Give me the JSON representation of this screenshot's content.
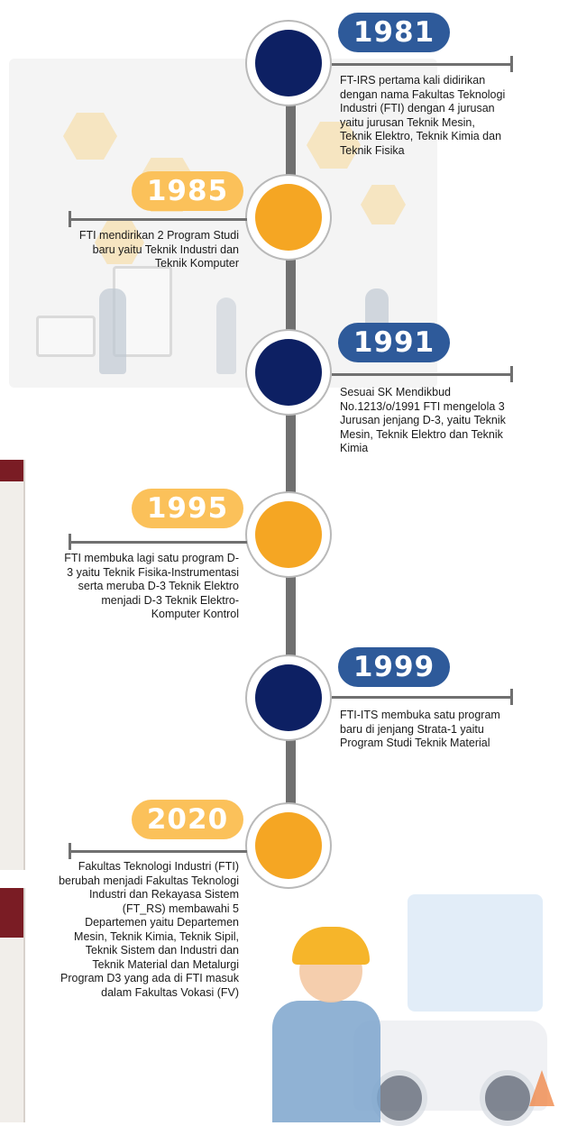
{
  "timeline": {
    "events": [
      {
        "year": "1981",
        "color": "#0d2063",
        "description": "FT-IRS pertama kali didirikan dengan nama Fakultas Teknologi Industri (FTI) dengan 4 jurusan yaitu jurusan Teknik Mesin, Teknik Elektro, Teknik Kimia dan Teknik Fisika"
      },
      {
        "year": "1985",
        "color": "#f5a623",
        "description": "FTI mendirikan 2 Program Studi baru yaitu Teknik Industri dan Teknik Komputer"
      },
      {
        "year": "1991",
        "color": "#0d2063",
        "description": "Sesuai SK Mendikbud No.1213/o/1991 FTI mengelola 3 Jurusan jenjang D-3, yaitu Teknik Mesin, Teknik Elektro dan Teknik Kimia"
      },
      {
        "year": "1995",
        "color": "#f5a623",
        "description": "FTI membuka lagi satu program D-3 yaitu Teknik Fisika-Instrumentasi serta meruba D-3 Teknik Elektro menjadi D-3 Teknik Elektro-Komputer Kontrol"
      },
      {
        "year": "1999",
        "color": "#0d2063",
        "description": "FTI-ITS membuka satu program baru di jenjang Strata-1 yaitu Program Studi Teknik Material"
      },
      {
        "year": "2020",
        "color": "#f5a623",
        "description": "Fakultas Teknologi Industri (FTI) berubah menjadi Fakultas Teknologi Industri dan Rekayasa Sistem (FT_RS) membawahi 5 Departemen yaitu Departemen Mesin, Teknik Kimia, Teknik Sipil, Teknik Sistem dan Industri dan Teknik Material dan Metalurgi",
        "extra": "Program D3 yang  ada di FTI masuk dalam Fakultas Vokasi (FV)"
      }
    ]
  },
  "illustrations": {
    "top": "team-working-illustration",
    "bottom": "mechanic-with-car-illustration"
  }
}
